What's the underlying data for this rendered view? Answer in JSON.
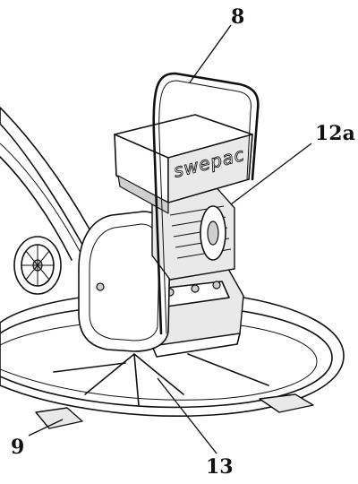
{
  "figure": {
    "brand_label": "swepac",
    "callouts": [
      {
        "id": "8",
        "label": "8"
      },
      {
        "id": "12a",
        "label": "12a"
      },
      {
        "id": "9",
        "label": "9"
      },
      {
        "id": "13",
        "label": "13"
      }
    ]
  }
}
